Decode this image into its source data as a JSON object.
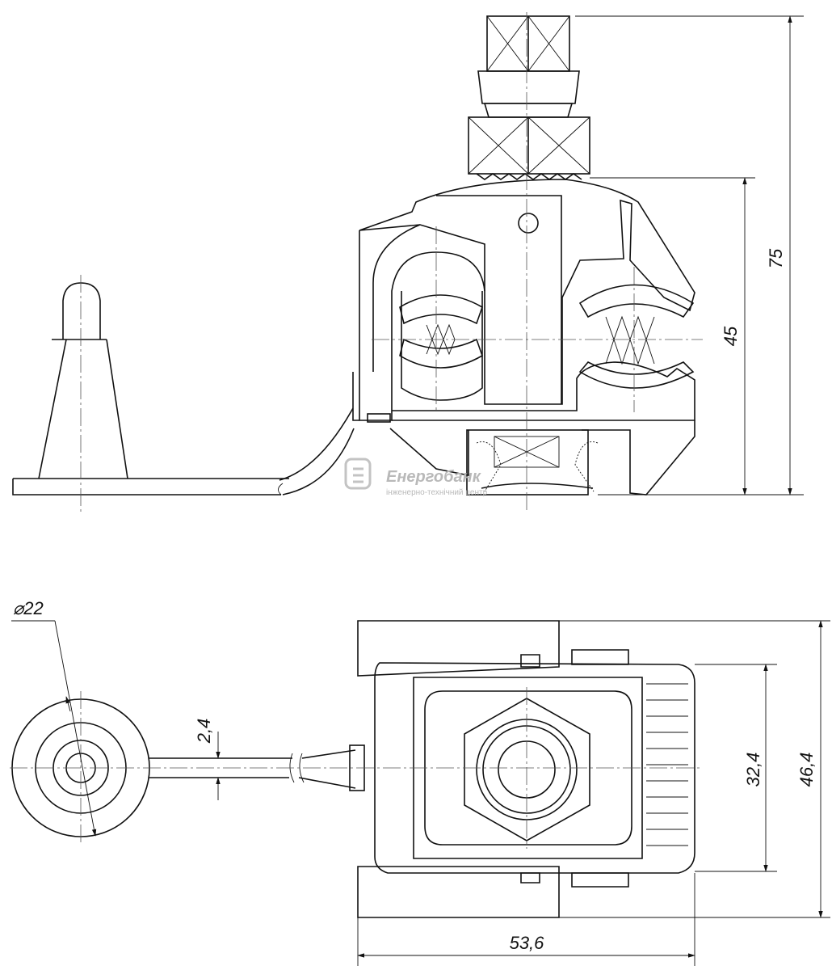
{
  "drawing": {
    "dimensions": {
      "height_total": "75",
      "height_body": "45",
      "cap_diameter": "⌀22",
      "wire_diameter": "2,4",
      "inner_width": "32,4",
      "outer_width": "46,4",
      "length": "53,6"
    },
    "watermark": {
      "name": "Енергобанк",
      "tagline": "інженерно-технічний центр"
    }
  }
}
